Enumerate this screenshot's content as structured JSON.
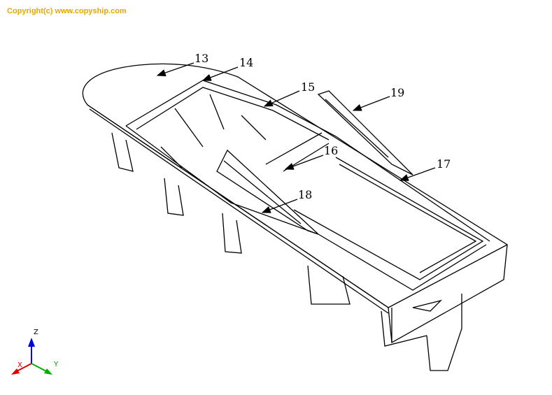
{
  "copyright": "Copyright(c) www.copyship.com",
  "colors": {
    "copyright": "#e8a800",
    "axis_x": "#e00000",
    "axis_y": "#00b000",
    "axis_z": "#0000e0"
  },
  "callouts": [
    "13",
    "14",
    "15",
    "16",
    "17",
    "18",
    "19"
  ],
  "axes": {
    "x": "X",
    "y": "Y",
    "z": "Z"
  }
}
